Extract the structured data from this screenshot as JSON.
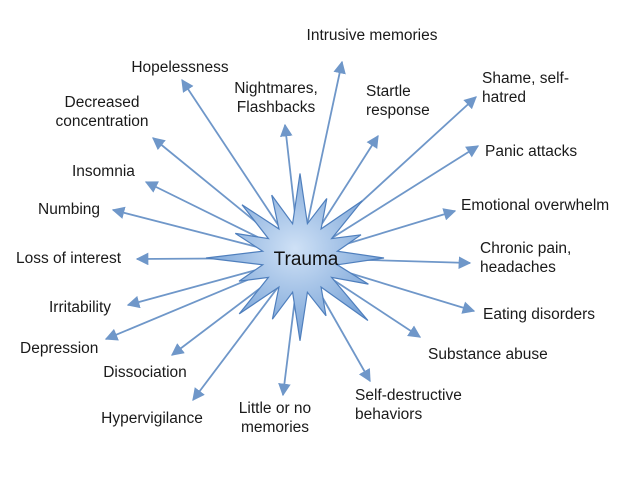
{
  "diagram": {
    "center": "Trauma",
    "colors": {
      "arrow": "#6f97c9",
      "star_fill_light": "#b9d3f0",
      "star_fill_dark": "#6d9bd3",
      "star_stroke": "#4f7fbd",
      "text": "#1a1a1a"
    },
    "effects": [
      {
        "id": "intrusive-memories",
        "lines": [
          "Intrusive memories"
        ]
      },
      {
        "id": "hopelessness",
        "lines": [
          "Hopelessness"
        ]
      },
      {
        "id": "nightmares-flashbacks",
        "lines": [
          "Nightmares,",
          "Flashbacks"
        ]
      },
      {
        "id": "startle-response",
        "lines": [
          "Startle",
          "response"
        ]
      },
      {
        "id": "shame-self-hatred",
        "lines": [
          "Shame, self-",
          "hatred"
        ]
      },
      {
        "id": "decreased-concentration",
        "lines": [
          "Decreased",
          "concentration"
        ]
      },
      {
        "id": "panic-attacks",
        "lines": [
          "Panic attacks"
        ]
      },
      {
        "id": "insomnia",
        "lines": [
          "Insomnia"
        ]
      },
      {
        "id": "emotional-overwhelm",
        "lines": [
          "Emotional overwhelm"
        ]
      },
      {
        "id": "numbing",
        "lines": [
          "Numbing"
        ]
      },
      {
        "id": "chronic-pain-headaches",
        "lines": [
          "Chronic pain,",
          "headaches"
        ]
      },
      {
        "id": "loss-of-interest",
        "lines": [
          "Loss of interest"
        ]
      },
      {
        "id": "eating-disorders",
        "lines": [
          "Eating disorders"
        ]
      },
      {
        "id": "irritability",
        "lines": [
          "Irritability"
        ]
      },
      {
        "id": "substance-abuse",
        "lines": [
          "Substance abuse"
        ]
      },
      {
        "id": "depression",
        "lines": [
          "Depression"
        ]
      },
      {
        "id": "dissociation",
        "lines": [
          "Dissociation"
        ]
      },
      {
        "id": "self-destructive-behaviors",
        "lines": [
          "Self-destructive",
          "behaviors"
        ]
      },
      {
        "id": "little-or-no-memories",
        "lines": [
          "Little or no",
          "memories"
        ]
      },
      {
        "id": "hypervigilance",
        "lines": [
          "Hypervigilance"
        ]
      }
    ]
  }
}
